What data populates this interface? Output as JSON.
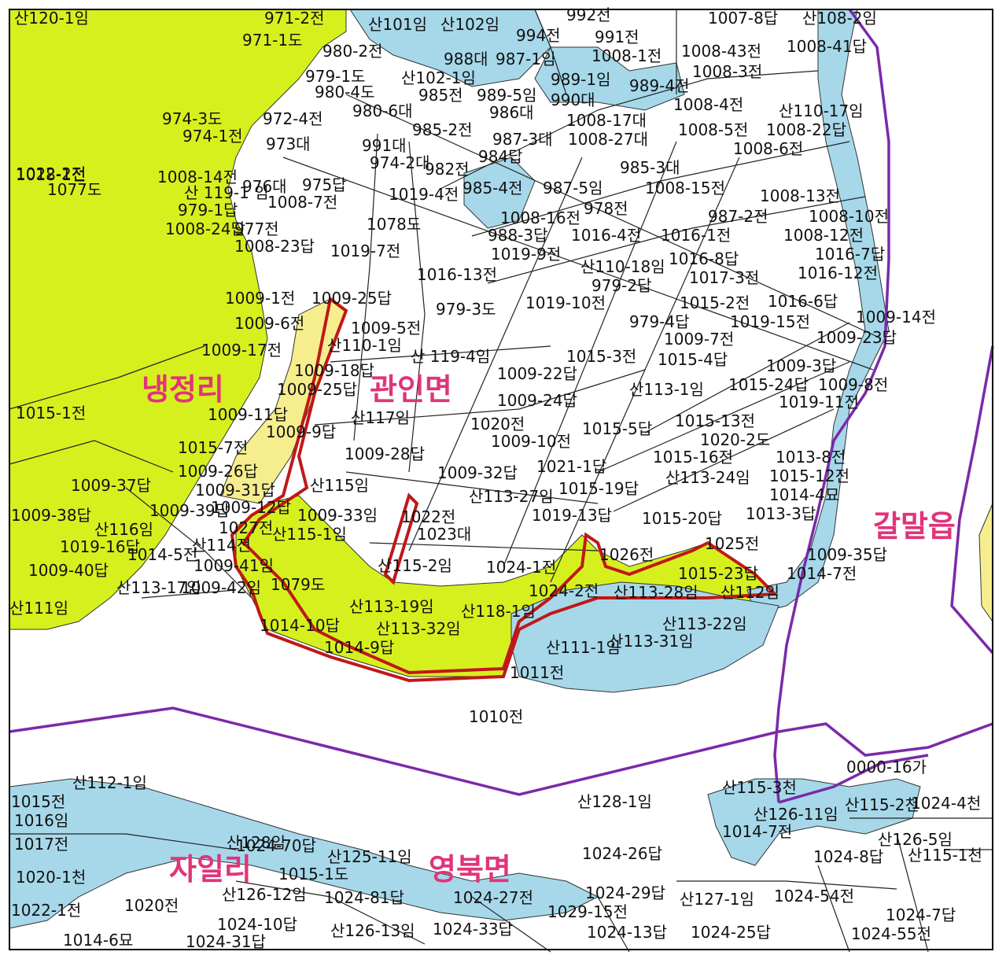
{
  "colors": {
    "forest": "#d6f01e",
    "water": "#a6d8ea",
    "highlight": "#f6ee8e",
    "boundary": "#7a2aa8",
    "outline": "#c01818",
    "region_label": "#e0347a",
    "parcel_line": "#222222"
  },
  "regions": [
    "냉정리",
    "관인면",
    "갈말읍",
    "자일리",
    "영북면"
  ],
  "lots": [
    "산120-1임",
    "971-2전",
    "971-1도",
    "980-2전",
    "산101임",
    "산102임",
    "992전",
    "994전",
    "991전",
    "1007-8답",
    "산108-2임",
    "988대",
    "987-1임",
    "1008-1전",
    "1008-43전",
    "1008-41답",
    "1008-3전",
    "979-1도",
    "산102-1임",
    "989-1임",
    "989-4전",
    "980-4도",
    "985전",
    "989-5임",
    "990대",
    "1008-4전",
    "산110-17임",
    "974-3도",
    "972-4전",
    "980-6대",
    "986대",
    "1008-17대",
    "1008-5전",
    "1008-22답",
    "974-1전",
    "973대",
    "985-2전",
    "987-3대",
    "1008-27대",
    "1008-6전",
    "991대",
    "974-2대",
    "982전",
    "984답",
    "985-3대",
    "1008-14전",
    "1077도",
    "산 119-1 임",
    "976대",
    "975답",
    "1019-4전",
    "985-4전",
    "987-5임",
    "1008-15전",
    "1008-13전",
    "1008-7전",
    "979-1답",
    "978전",
    "1008-16전",
    "987-2전",
    "1008-10전",
    "1008-24답",
    "977전",
    "1078도",
    "988-3답",
    "1016-4전",
    "1016-1전",
    "1008-12전",
    "1008-23답",
    "1019-7전",
    "1019-9전",
    "1016-7답",
    "산110-18임",
    "1016-8답",
    "1016-13전",
    "979-2답",
    "1017-3전",
    "1016-12전",
    "1009-1전",
    "1009-25답",
    "979-3도",
    "1019-10전",
    "1015-2전",
    "1016-6답",
    "1009-6전",
    "1009-5전",
    "979-4답",
    "1019-15전",
    "1009-14전",
    "1009-7전",
    "1009-23답",
    "1009-17전",
    "산110-1임",
    "산 119-4임",
    "1015-3전",
    "1015-4답",
    "1009-3답",
    "1009-18답",
    "1009-22답",
    "산113-1임",
    "1015-24답",
    "1009-8전",
    "1009-25답",
    "1009-24답",
    "1019-11전",
    "1015-1전",
    "1009-11답",
    "산117임",
    "1020전",
    "1015-5답",
    "1015-13전",
    "1009-9답",
    "1009-10전",
    "1020-2도",
    "1015-7전",
    "1009-28답",
    "1021-1답",
    "1015-16전",
    "1013-8전",
    "1009-26답",
    "1009-32답",
    "산113-24임",
    "1015-12전",
    "1009-37답",
    "1009-31답",
    "산115임",
    "산113-27임",
    "1015-19답",
    "1014-4묘",
    "1009-12답",
    "1009-33임",
    "1022전",
    "1019-13답",
    "1015-20답",
    "1013-3답",
    "1009-38답",
    "1009-39답",
    "산116임",
    "1027전",
    "산115-1임",
    "1023대",
    "1019-16답",
    "1014-5전",
    "산114전",
    "1026전",
    "1025전",
    "1009-35답",
    "1009-40답",
    "1009-41임",
    "산115-2임",
    "1024-1전",
    "1015-23답",
    "1014-7전",
    "산113-17임",
    "1009-42임",
    "1079도",
    "1024-2전",
    "산113-28임",
    "산112임",
    "산111임",
    "산113-19임",
    "산118-1임",
    "1014-10답",
    "산113-32임",
    "산113-22임",
    "1014-9답",
    "산111-1임",
    "산113-31임",
    "1011전",
    "1010전",
    "산112-1임",
    "0000-16가",
    "산115-3천",
    "1015전",
    "산128-1임",
    "산126-11임",
    "산115-2천",
    "1024-4천",
    "1016임",
    "1014-7전",
    "산126-5임",
    "산128임",
    "1017전",
    "1024-70답",
    "산125-11임",
    "1024-26답",
    "1024-8답",
    "산115-1천",
    "1020-1천",
    "1015-1도",
    "산126-12임",
    "1024-81답",
    "1024-27전",
    "1024-29답",
    "산127-1임",
    "1024-54전",
    "1022-1전",
    "1020전",
    "1029-15전",
    "1024-7답",
    "1024-10답",
    "1014-6묘",
    "1024-31답",
    "산126-13임",
    "1024-33답",
    "1024-13답",
    "1024-25답",
    "1024-55전",
    "1022-2전",
    "1018-1전"
  ]
}
